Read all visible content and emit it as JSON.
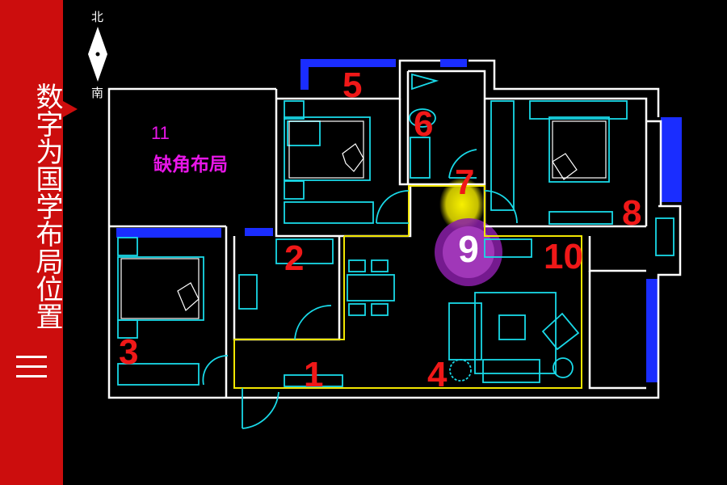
{
  "sidebar": {
    "title": "数字为国学布局位置"
  },
  "compass": {
    "north": "北",
    "south": "南"
  },
  "floorplan": {
    "missing_corner": {
      "number": "11",
      "text": "缺角布局"
    },
    "labels": {
      "l1": "1",
      "l2": "2",
      "l3": "3",
      "l4": "4",
      "l5": "5",
      "l6": "6",
      "l7": "7",
      "l8": "8",
      "l9": "9",
      "l10": "10"
    },
    "center_number": "9"
  },
  "colors": {
    "sidebar": "#cc0d0d",
    "walls": "#ffffff",
    "furniture": "#19d9e8",
    "window": "#1a2dff",
    "zone": "#f2e600",
    "label": "#f01818",
    "missing": "#e816e8",
    "center": "#8a1fa8"
  }
}
